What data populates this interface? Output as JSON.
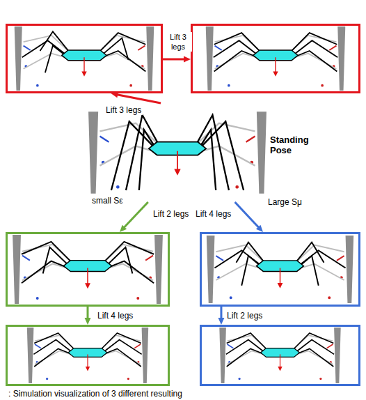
{
  "diagram": {
    "caption": ": Simulation visualization of 3 different resulting",
    "nodes": [
      {
        "text": []
      },
      {
        "text": []
      },
      {
        "text": [
          "Standing Pose"
        ]
      },
      {
        "text": []
      },
      {
        "text": []
      },
      {
        "text": []
      },
      {
        "text": []
      }
    ],
    "edges": [
      {
        "from": 2,
        "to": 0,
        "label": "Lift 3 legs",
        "arrow": "to"
      },
      {
        "from": 0,
        "to": 1,
        "label": "Lift 3 legs",
        "arrow": "to"
      },
      {
        "from": 2,
        "to": 3,
        "label": "Lift 2 legs",
        "arrow": "to"
      },
      {
        "from": 2,
        "to": 5,
        "label": "Lift 4 legs",
        "arrow": "to"
      },
      {
        "from": 3,
        "to": 4,
        "label": "Lift 4 legs",
        "arrow": "to"
      },
      {
        "from": 5,
        "to": 6,
        "label": "Lift 2 legs",
        "arrow": "to"
      }
    ],
    "labels": [
      "small Sε",
      "Large Sμ"
    ]
  }
}
